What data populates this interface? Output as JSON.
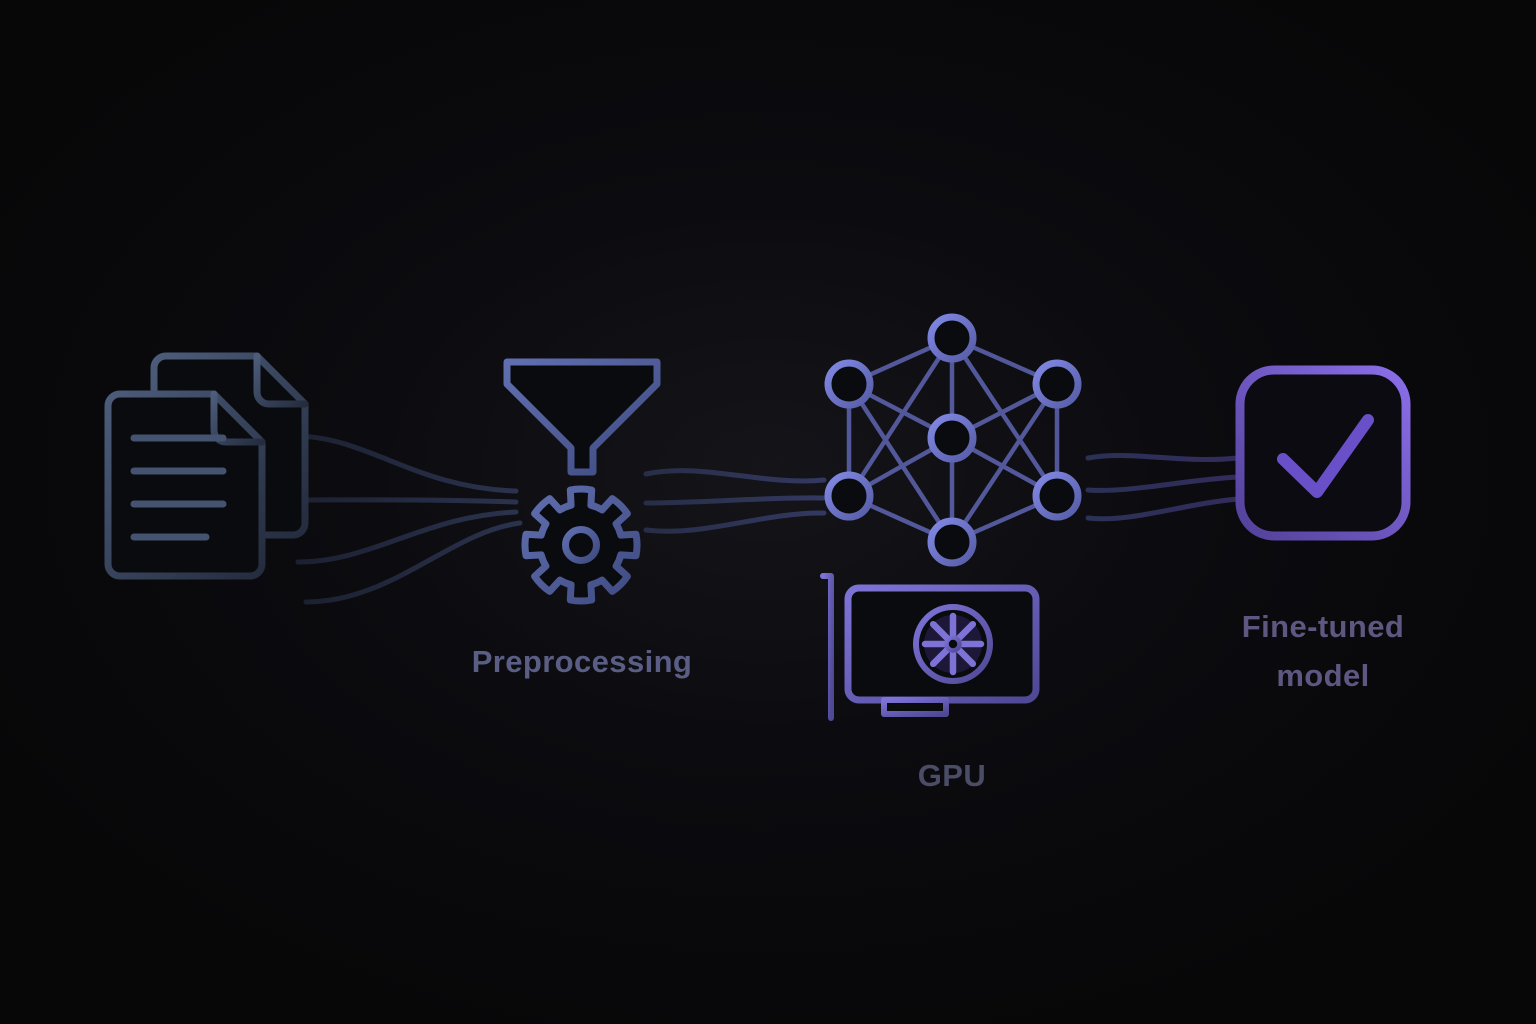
{
  "diagram": {
    "theme": "dark",
    "background": "#0a0a0e",
    "stages": [
      {
        "id": "training-data",
        "icon": "documents-icon",
        "label": ""
      },
      {
        "id": "preprocessing",
        "icon": "funnel-gear-icon",
        "label": "Preprocessing"
      },
      {
        "id": "model-training",
        "icon": "neural-network-icon",
        "label": ""
      },
      {
        "id": "gpu",
        "icon": "gpu-card-icon",
        "label": "GPU"
      },
      {
        "id": "fine-tuned-model",
        "icon": "check-square-icon",
        "label": "Fine-tuned model"
      }
    ],
    "labels": {
      "preprocessing": "Preprocessing",
      "gpu": "GPU",
      "fine_tuned_model": "Fine-tuned model"
    },
    "colors": {
      "documents_stroke": "#41506c",
      "preprocessing_stroke": "#5b69a8",
      "network_stroke": "#767dd4",
      "gpu_stroke": "#7468c8",
      "check_stroke": "#7b5fd4",
      "connector_stroke": "#3a4668",
      "label_preprocessing": "#5a5e84",
      "label_gpu": "#4b4c66",
      "label_model": "#5e5781"
    }
  }
}
